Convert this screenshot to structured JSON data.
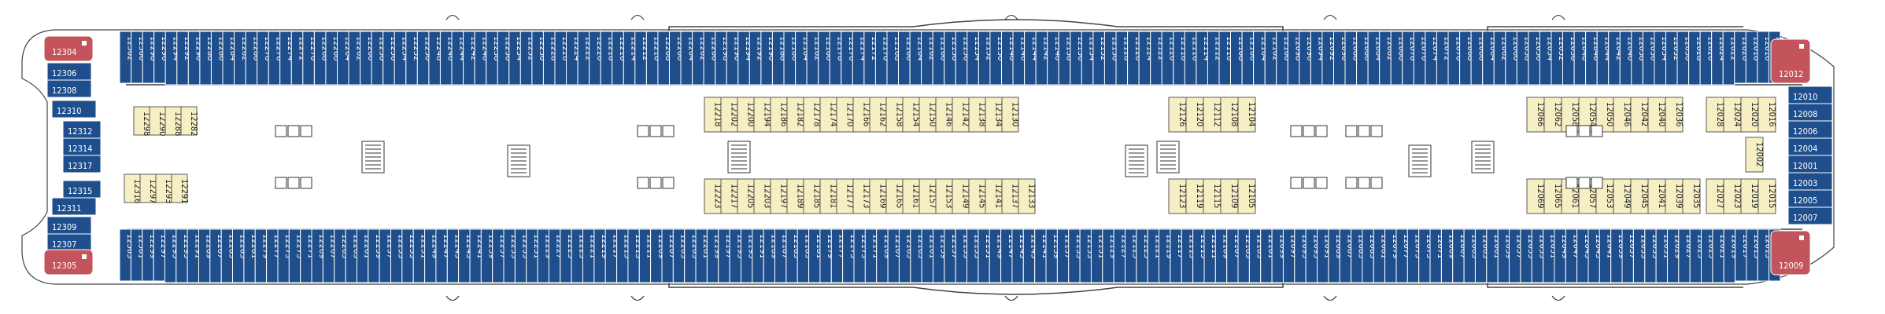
{
  "colors": {
    "outside_cabin": "#1f4e8c",
    "inside_cabin": "#f6efc4",
    "suite": "#c4545b",
    "hull_line": "#444444"
  },
  "icons": [
    "stairs-icon",
    "lift-icon",
    "rotation-arrow-icon",
    "berth-dot-icon"
  ],
  "plan": {
    "fwd_suites": [
      "12304",
      "12305"
    ],
    "aft_suites": [
      "12012",
      "12009"
    ],
    "fwd_vertical": [
      "12306",
      "12308",
      "12310",
      "12312",
      "12314",
      "12317",
      "12315",
      "12311",
      "12309",
      "12307"
    ],
    "aft_vertical": [
      "12010",
      "12008",
      "12006",
      "12004",
      "12001",
      "12003",
      "12005",
      "12007"
    ],
    "top_row": [
      "12302",
      "12300",
      "12298",
      "12296",
      "12294",
      "12292",
      "12290",
      "12288",
      "12286",
      "12284",
      "12282",
      "12280",
      "12278",
      "12276",
      "12274",
      "12272",
      "12270",
      "12268",
      "12266",
      "12264",
      "12262",
      "12260",
      "12258",
      "12256",
      "12254",
      "12252",
      "12250",
      "12248",
      "12246",
      "12244",
      "12242",
      "12240",
      "12238",
      "12236",
      "12234",
      "12232",
      "12230",
      "12228",
      "12226",
      "12224",
      "12222",
      "12220",
      "12218",
      "12216",
      "12214",
      "12212",
      "12210",
      "12208",
      "12206",
      "12204",
      "12202",
      "12200",
      "12198",
      "12196",
      "12194",
      "12192",
      "12190",
      "12188",
      "12186",
      "12184",
      "12182",
      "12180",
      "12178",
      "12176",
      "12174",
      "12172",
      "12170",
      "12168",
      "12166",
      "12164",
      "12162",
      "12160",
      "12158",
      "12156",
      "12154",
      "12152",
      "12150",
      "12148",
      "12146",
      "12144",
      "12142",
      "12140",
      "12138",
      "12136",
      "12134",
      "12132",
      "12130",
      "12128",
      "12126",
      "12124",
      "12122",
      "12120",
      "12118",
      "12116",
      "12114",
      "12112",
      "12110",
      "12108",
      "12106",
      "12104",
      "12102",
      "12100",
      "12098",
      "12096",
      "12094",
      "12092",
      "12090",
      "12088",
      "12086",
      "12084",
      "12082",
      "12080",
      "12078",
      "12076",
      "12074",
      "12072",
      "12070",
      "12068",
      "12066",
      "12064",
      "12062",
      "12060",
      "12058",
      "12056",
      "12054",
      "12052",
      "12050",
      "12048",
      "12046",
      "12044",
      "12042",
      "12040",
      "12038",
      "12036",
      "12034",
      "12032",
      "12030",
      "12028",
      "12026",
      "12024",
      "12022",
      "12020",
      "12018",
      "12016",
      "12014"
    ],
    "bottom_row": [
      "12303",
      "12301",
      "12299",
      "12297",
      "12295",
      "12293",
      "12291",
      "12289",
      "12287",
      "12285",
      "12283",
      "12281",
      "12279",
      "12277",
      "12275",
      "12273",
      "12271",
      "12269",
      "12267",
      "12265",
      "12263",
      "12261",
      "12259",
      "12257",
      "12255",
      "12253",
      "12251",
      "12249",
      "12247",
      "12245",
      "12243",
      "12241",
      "12239",
      "12237",
      "12235",
      "12233",
      "12231",
      "12229",
      "12227",
      "12225",
      "12223",
      "12221",
      "12219",
      "12217",
      "12215",
      "12213",
      "12211",
      "12209",
      "12207",
      "12205",
      "12203",
      "12201",
      "12199",
      "12197",
      "12195",
      "12193",
      "12191",
      "12189",
      "12187",
      "12185",
      "12183",
      "12181",
      "12179",
      "12177",
      "12175",
      "12173",
      "12171",
      "12169",
      "12167",
      "12165",
      "12163",
      "12161",
      "12159",
      "12157",
      "12155",
      "12153",
      "12151",
      "12149",
      "12147",
      "12145",
      "12143",
      "12141",
      "12139",
      "12137",
      "12135",
      "12133",
      "12131",
      "12129",
      "12127",
      "12125",
      "12123",
      "12121",
      "12119",
      "12117",
      "12115",
      "12113",
      "12111",
      "12109",
      "12107",
      "12105",
      "12103",
      "12101",
      "12099",
      "12097",
      "12095",
      "12093",
      "12091",
      "12089",
      "12087",
      "12085",
      "12083",
      "12081",
      "12079",
      "12077",
      "12075",
      "12073",
      "12071",
      "12069",
      "12067",
      "12065",
      "12063",
      "12061",
      "12059",
      "12057",
      "12055",
      "12053",
      "12051",
      "12049",
      "12047",
      "12045",
      "12043",
      "12041",
      "12039",
      "12037",
      "12035",
      "12033",
      "12031",
      "12029",
      "12027",
      "12025",
      "12023",
      "12021",
      "12019",
      "12017",
      "12015",
      "12013",
      "12011"
    ],
    "inside_fwd_upper": [
      "12298",
      "12290",
      "12288",
      "12282"
    ],
    "inside_fwd_lower": [
      "12316",
      "12297",
      "12293",
      "12291"
    ],
    "inside_mid_upper": [
      "12218",
      "12202",
      "12200",
      "12194",
      "12186",
      "12182",
      "12178",
      "12174",
      "12170",
      "12166",
      "12162",
      "12158",
      "12154",
      "12150",
      "12146",
      "12142",
      "12138",
      "12134",
      "12130"
    ],
    "inside_mid_lower": [
      "12223",
      "12217",
      "12205",
      "12203",
      "12197",
      "12189",
      "12185",
      "12181",
      "12177",
      "12173",
      "12169",
      "12165",
      "12161",
      "12157",
      "12153",
      "12149",
      "12145",
      "12141",
      "12137",
      "12133"
    ],
    "inside_aft_block1_upper": [
      "12126",
      "12120",
      "12112",
      "12108",
      "12104"
    ],
    "inside_aft_block1_lower": [
      "12123",
      "12119",
      "12115",
      "12109",
      "12105"
    ],
    "inside_aft_block2_upper": [
      "12066",
      "12062",
      "12058",
      "12054",
      "12050",
      "12046",
      "12042",
      "12040",
      "12036"
    ],
    "inside_aft_block2_lower": [
      "12069",
      "12065",
      "12061",
      "12057",
      "12053",
      "12049",
      "12045",
      "12041",
      "12039",
      "12035"
    ],
    "inside_aft_block3": [
      "12028",
      "12024",
      "12020",
      "12016",
      "12002",
      "12027",
      "12023",
      "12019",
      "12015"
    ]
  }
}
